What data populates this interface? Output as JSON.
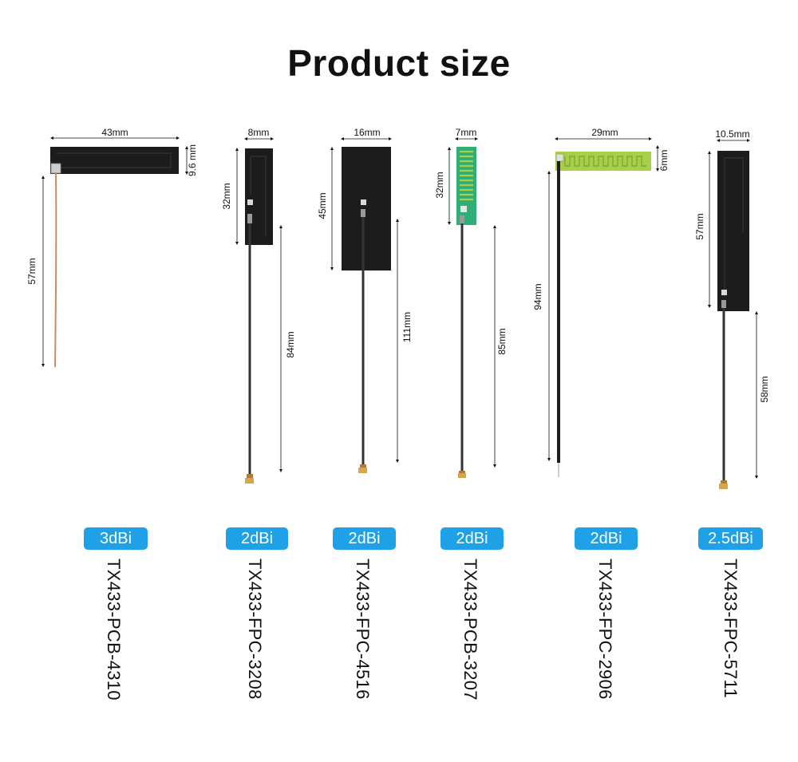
{
  "page": {
    "title": "Product size"
  },
  "products": [
    {
      "gain": "3dBi",
      "model": "TX433-PCB-4310",
      "dims": {
        "width": "43mm",
        "height": "9.6 mm",
        "cable": "57mm"
      }
    },
    {
      "gain": "2dBi",
      "model": "TX433-FPC-3208",
      "dims": {
        "width": "8mm",
        "height": "32mm",
        "cable": "84mm"
      }
    },
    {
      "gain": "2dBi",
      "model": "TX433-FPC-4516",
      "dims": {
        "width": "16mm",
        "height": "45mm",
        "cable": "111mm"
      }
    },
    {
      "gain": "2dBi",
      "model": "TX433-PCB-3207",
      "dims": {
        "width": "7mm",
        "height": "32mm",
        "cable": "85mm"
      }
    },
    {
      "gain": "2dBi",
      "model": "TX433-FPC-2906",
      "dims": {
        "width": "29mm",
        "height": "6mm",
        "cable": "94mm"
      }
    },
    {
      "gain": "2.5dBi",
      "model": "TX433-FPC-5711",
      "dims": {
        "width": "10.5mm",
        "height": "57mm",
        "cable": "58mm"
      }
    }
  ],
  "colors": {
    "badge": "#1ea1e6",
    "antenna_black": "#1c1c1c",
    "pcb_green": "#2fae77",
    "pcb_trace": "#a8cf4a",
    "cable_copper": "#c98c6a"
  }
}
